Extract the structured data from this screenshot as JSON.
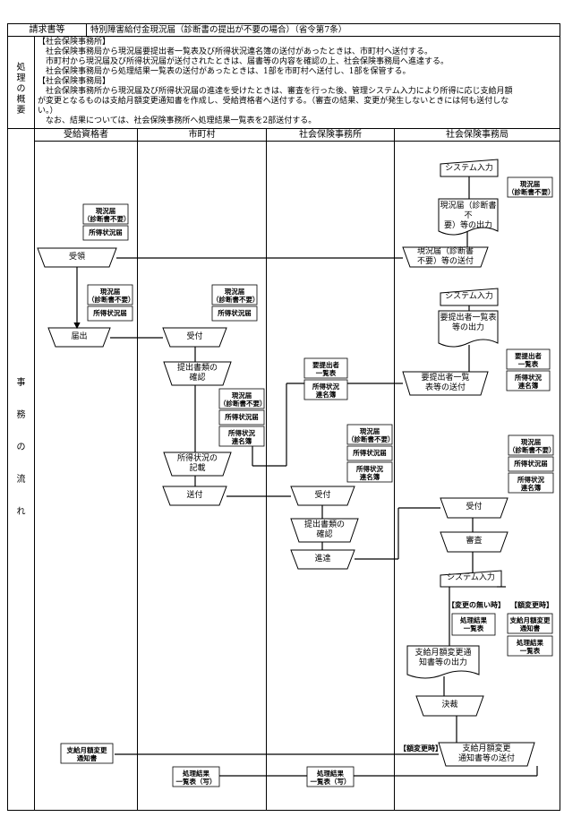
{
  "header": {
    "label": "請求書等",
    "value": "特別障害給付金現況届（診断書の提出が不要の場合）（省令第7条）"
  },
  "summary": {
    "side_label": "処理の概要",
    "lines": [
      "【社会保険事務所】",
      "　社会保険事務局から現況届要提出者一覧表及び所得状況連名簿の送付があったときは、市町村へ送付する。",
      "　市町村から現況届及び所得状況届が送付されたときは、届書等の内容を確認の上、社会保険事務局へ進達する。",
      "　社会保険事務局から処理結果一覧表の送付があったときは、1部を市町村へ送付し、1部を保管する。",
      "【社会保険事務局】",
      "　社会保険事務所から現況届及び所得状況届の進達を受けたときは、審査を行った後、管理システム入力により所得に応じ支給月額",
      "が変更となるものは支給月額変更通知書を作成し、受給資格者へ送付する。（審査の結果、変更が発生しないときには何も送付しな",
      "い。）",
      "　なお、結果については、社会保険事務所へ処理結果一覧表を2部送付する。"
    ]
  },
  "flow": {
    "side_label": "事務の流れ",
    "lanes": [
      "受給資格者",
      "市町村",
      "社会保険事務所",
      "社会保険事務局"
    ],
    "nodes": {
      "sys1": "システム入力",
      "genkyo_out": "現況届（診断書不\n要）等の出力",
      "genkyo_send": "現況届（診断書\n不要）等の送付",
      "sys2": "システム入力",
      "list_out": "要提出者一覧表\n等の出力",
      "list_send": "要提出者一覧\n表等の送付",
      "recv_person": "受領",
      "submit": "届出",
      "city_recv": "受付",
      "city_check": "提出書類の\n確認",
      "city_income": "所得状況の\n記載",
      "city_send": "送付",
      "office_recv": "受付",
      "office_check": "提出書類の\n確認",
      "office_forward": "進達",
      "bureau_recv": "受付",
      "review": "審査",
      "sys3": "システム入力",
      "notice_out": "支給月額変更通\n知書等の出力",
      "approve": "決裁",
      "notice_send": "支給月額変更\n通知書等の送付"
    },
    "docs": {
      "genkyo": "現況届\n（診断書不要）",
      "income": "所得状況届",
      "income_list": "所得状況\n連名簿",
      "req_list": "要提出者\n一覧表",
      "result": "処理結果\n一覧表",
      "result_copy": "処理結果\n一覧表（写）",
      "notice": "支給月額変更\n通知書"
    },
    "tags": {
      "when_change": "【変更の無い時】",
      "on_change": "【額変更時】",
      "on_change2": "【額変更時】"
    }
  }
}
